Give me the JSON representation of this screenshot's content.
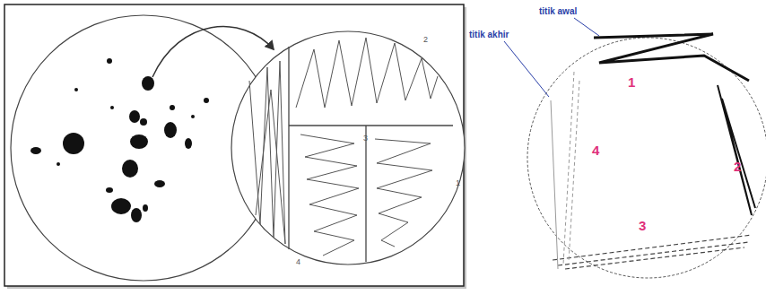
{
  "diagram": {
    "labels": [
      "2",
      "3",
      "4",
      "1",
      "titik awal",
      "titik akhir",
      "1",
      "2",
      "3",
      "4"
    ]
  }
}
